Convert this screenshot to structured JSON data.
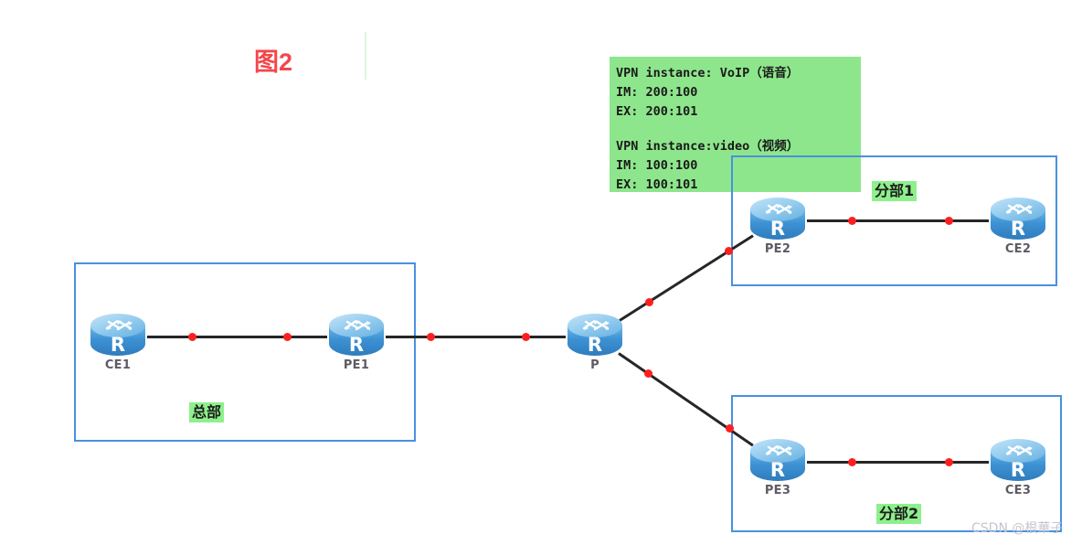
{
  "figure": {
    "title": "图2",
    "watermark": "CSDN @根華子"
  },
  "vpn_note": {
    "lines": [
      "VPN instance: VoIP（语音）",
      "IM: 200:100",
      "EX: 200:101"
    ],
    "lines2": [
      "VPN instance:video（视频）",
      "IM: 100:100",
      "EX: 100:101"
    ],
    "background_color": "#8ee68c"
  },
  "sites": {
    "hq": {
      "label": "总部"
    },
    "branch1": {
      "label": "分部1"
    },
    "branch2": {
      "label": "分部2"
    }
  },
  "nodes": {
    "ce1": {
      "label": "CE1",
      "type": "router"
    },
    "pe1": {
      "label": "PE1",
      "type": "router"
    },
    "p": {
      "label": "P",
      "type": "router"
    },
    "pe2": {
      "label": "PE2",
      "type": "router"
    },
    "ce2": {
      "label": "CE2",
      "type": "router"
    },
    "pe3": {
      "label": "PE3",
      "type": "router"
    },
    "ce3": {
      "label": "CE3",
      "type": "router"
    }
  },
  "colors": {
    "site_border": "#4a90e2",
    "link": "#262626",
    "interface_dot": "#fc1f1f",
    "title": "#f4464a",
    "highlight": "#8ef08c",
    "router_body": "#3d92d4"
  }
}
